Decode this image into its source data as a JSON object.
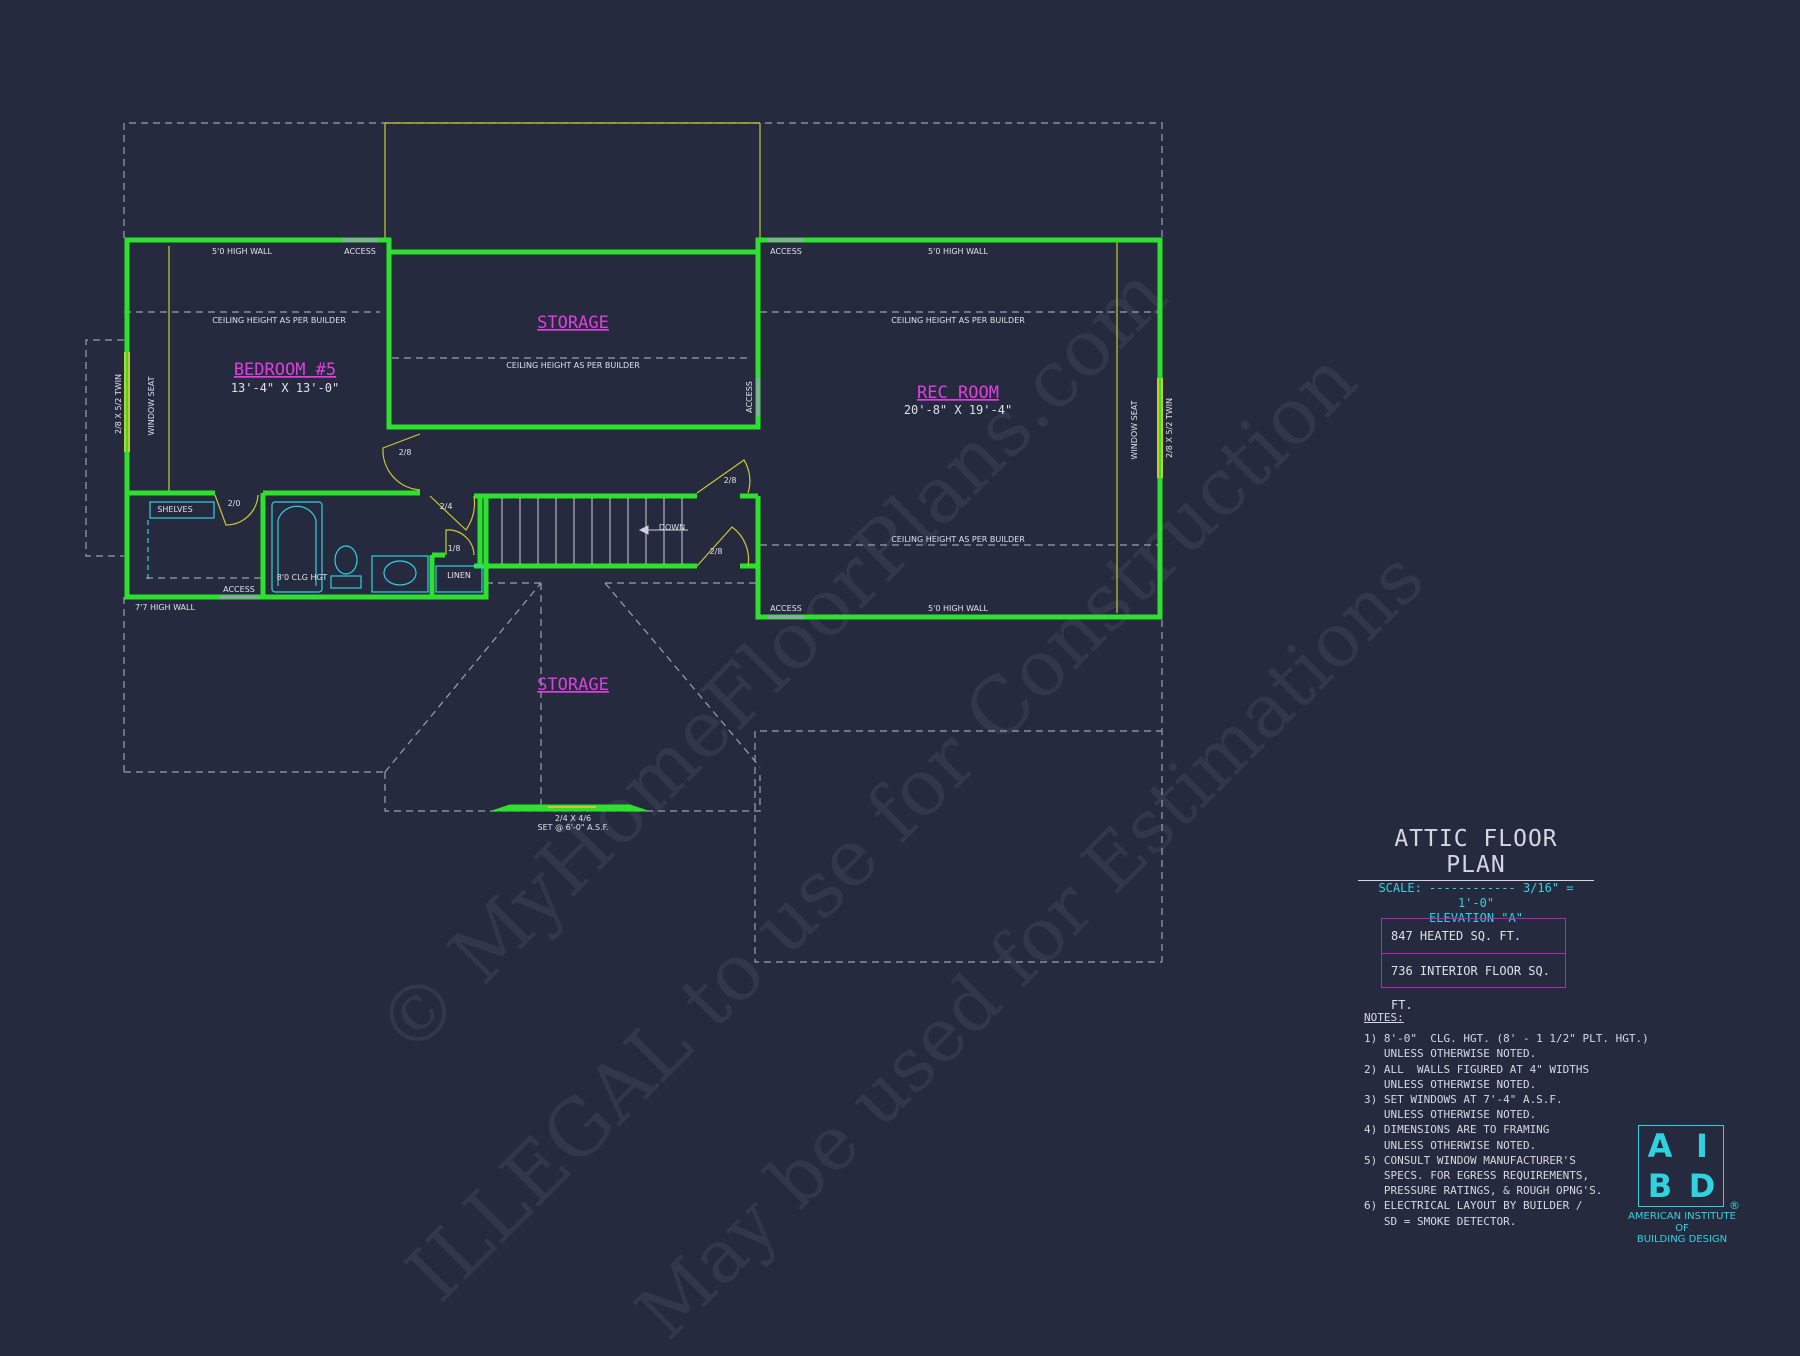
{
  "watermark": {
    "line1": "© MyHomeFloorPlans.com",
    "line2": "ILLEGAL to use for Construction",
    "line3": "May be used for Estimations"
  },
  "rooms": {
    "bedroom": {
      "name": "BEDROOM #5",
      "dims": "13'-4\" X 13'-0\""
    },
    "storage_top": {
      "name": "STORAGE"
    },
    "rec_room": {
      "name": "REC ROOM",
      "dims": "20'-8\" X 19'-4\""
    },
    "storage_bottom": {
      "name": "STORAGE"
    }
  },
  "labels": {
    "high_wall_5": "5'0 HIGH WALL",
    "high_wall_7": "7'7 HIGH WALL",
    "access": "ACCESS",
    "ceiling": "CEILING HEIGHT AS PER BUILDER",
    "window_seat": "WINDOW SEAT",
    "twin_window": "2/8 X 5/2 TWIN",
    "shelves": "SHELVES",
    "linen": "LINEN",
    "clg_hgt": "8'0 CLG HGT",
    "down": "DOWN",
    "door_28": "2/8",
    "door_24": "2/4",
    "door_20": "2/0",
    "door_18": "1/8",
    "dormer_window": "2/4 X 4/6",
    "dormer_set": "SET @ 6'-0\" A.S.F."
  },
  "title_block": {
    "title": "ATTIC FLOOR PLAN",
    "scale": "SCALE: ------------ 3/16\" = 1'-0\"",
    "elevation": "ELEVATION \"A\""
  },
  "sqft": {
    "heated": "847 HEATED SQ. FT.",
    "interior": "736 INTERIOR FLOOR SQ. FT."
  },
  "notes": {
    "heading": "NOTES:",
    "lines": [
      "1) 8'-0\"  CLG. HGT. (8' - 1 1/2\" PLT. HGT.)",
      "   UNLESS OTHERWISE NOTED.",
      "2) ALL  WALLS FIGURED AT 4\" WIDTHS",
      "   UNLESS OTHERWISE NOTED.",
      "3) SET WINDOWS AT 7'-4\" A.S.F.",
      "   UNLESS OTHERWISE NOTED.",
      "4) DIMENSIONS ARE TO FRAMING",
      "   UNLESS OTHERWISE NOTED.",
      "5) CONSULT WINDOW MANUFACTURER'S",
      "   SPECS. FOR EGRESS REQUIREMENTS,",
      "   PRESSURE RATINGS, & ROUGH OPNG'S.",
      "6) ELECTRICAL LAYOUT BY BUILDER /",
      "   SD = SMOKE DETECTOR."
    ]
  },
  "logo": {
    "letters": [
      "A",
      "I",
      "B",
      "D"
    ],
    "caption1": "AMERICAN INSTITUTE",
    "caption2": "OF",
    "caption3": "BUILDING DESIGN",
    "registered": "®"
  },
  "colors": {
    "background": "#262a3e",
    "wall": "#2fe12f",
    "room_label": "#e03fe0",
    "door": "#c9c930",
    "accent": "#2fd2e0"
  }
}
